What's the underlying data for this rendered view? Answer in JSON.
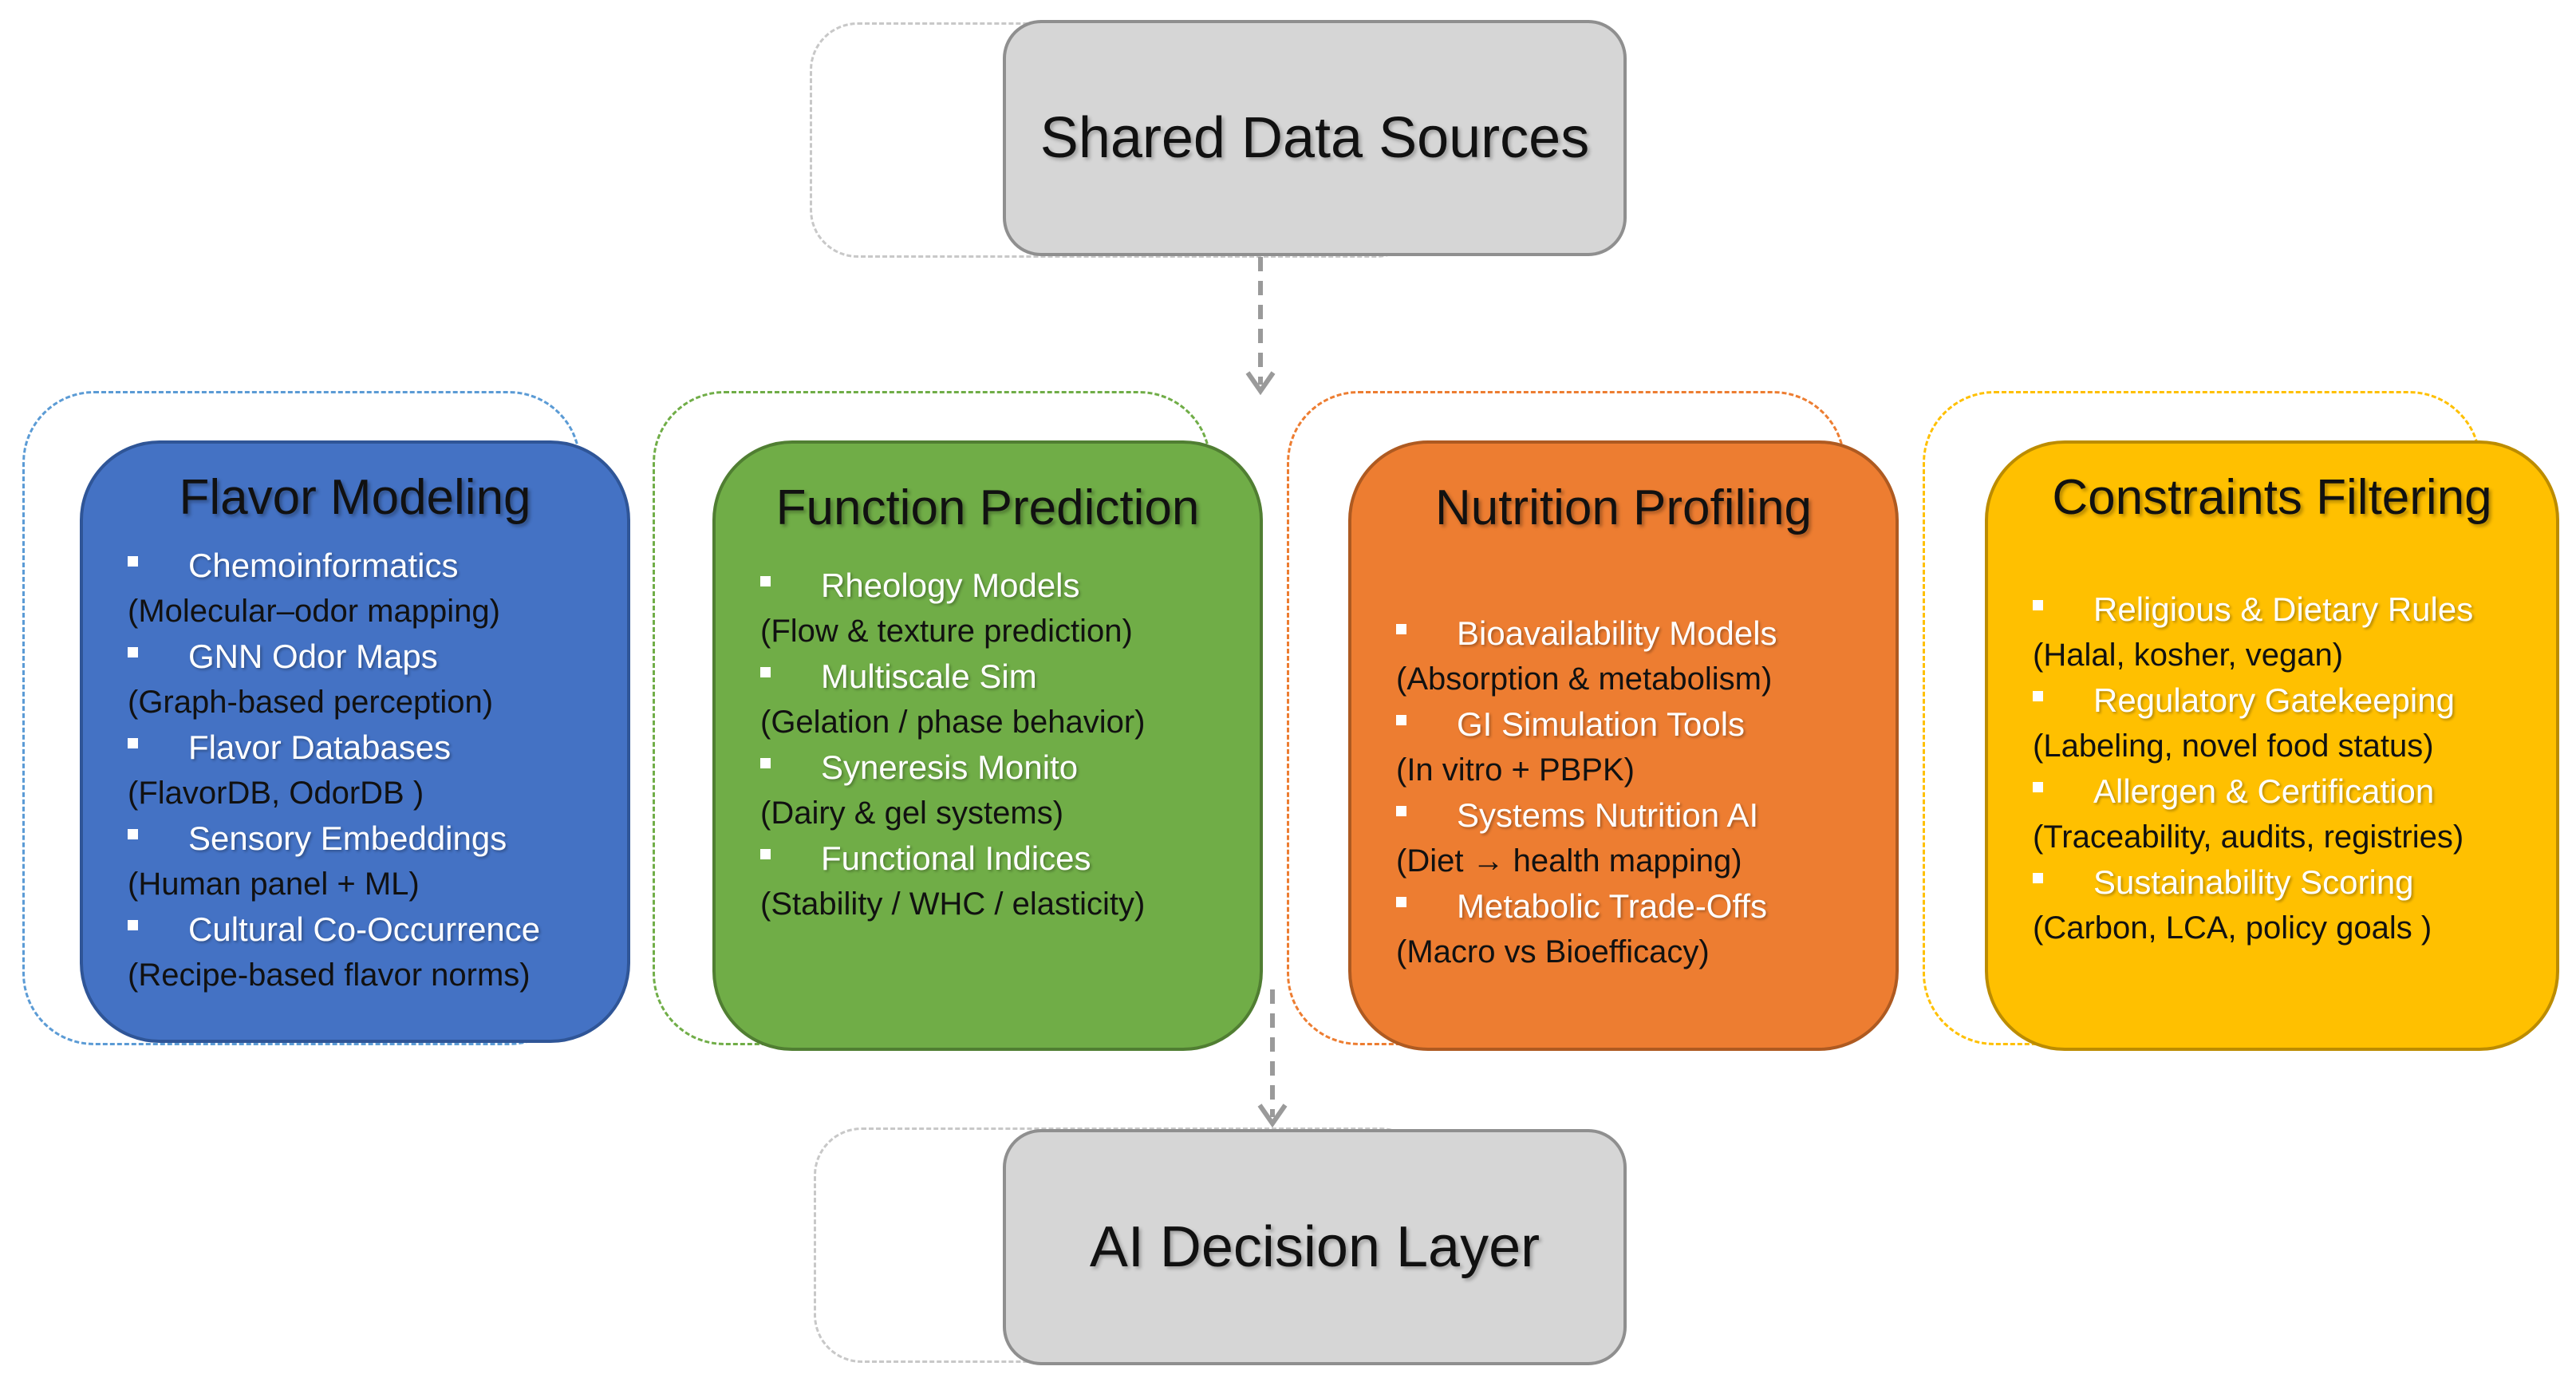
{
  "top_box": {
    "label": "Shared Data Sources"
  },
  "bottom_box": {
    "label": "AI Decision Layer"
  },
  "cards": [
    {
      "title": "Flavor Modeling",
      "color": "#4472c4",
      "border": "#2f5597",
      "outline": "#5b9bd5",
      "title_color": "#111111",
      "head_color": "#ffffff",
      "desc_color": "#111111",
      "items": [
        {
          "head": "Chemoinformatics",
          "desc": "(Molecular–odor mapping)"
        },
        {
          "head": "GNN Odor Maps",
          "desc": "(Graph-based perception)"
        },
        {
          "head": "Flavor Databases",
          "desc": "(FlavorDB, OdorDB )"
        },
        {
          "head": "Sensory Embeddings",
          "desc": "(Human panel + ML)"
        },
        {
          "head": "Cultural Co-Occurrence",
          "desc": "(Recipe-based flavor norms)"
        }
      ]
    },
    {
      "title": "Function Prediction",
      "color": "#70ad47",
      "border": "#507e32",
      "outline": "#70ad47",
      "title_color": "#111111",
      "head_color": "#ffffff",
      "desc_color": "#111111",
      "items": [
        {
          "head": "Rheology Models",
          "desc": "(Flow & texture prediction)"
        },
        {
          "head": "Multiscale Sim",
          "desc": "(Gelation / phase behavior)"
        },
        {
          "head": "Syneresis Monito",
          "desc": "(Dairy & gel systems)"
        },
        {
          "head": "Functional Indices",
          "desc": "(Stability / WHC / elasticity)"
        }
      ]
    },
    {
      "title": "Nutrition Profiling",
      "color": "#ed7d31",
      "border": "#ae5a21",
      "outline": "#ed7d31",
      "title_color": "#111111",
      "head_color": "#ffffff",
      "desc_color": "#111111",
      "items": [
        {
          "head": "Bioavailability Models",
          "desc": "(Absorption & metabolism)"
        },
        {
          "head": "GI Simulation Tools",
          "desc": "(In vitro + PBPK)"
        },
        {
          "head": "Systems Nutrition AI",
          "desc": "(Diet → health mapping)"
        },
        {
          "head": "Metabolic Trade-Offs",
          "desc": "(Macro vs Bioefficacy)"
        }
      ]
    },
    {
      "title": "Constraints Filtering",
      "color": "#ffc000",
      "border": "#bc8c00",
      "outline": "#ffc000",
      "title_color": "#111111",
      "head_color": "#ffffff",
      "desc_color": "#111111",
      "items": [
        {
          "head": "Religious & Dietary Rules",
          "desc": "(Halal, kosher, vegan)"
        },
        {
          "head": "Regulatory Gatekeeping",
          "desc": "(Labeling, novel food status)"
        },
        {
          "head": "Allergen & Certification",
          "desc": "(Traceability, audits, registries)"
        },
        {
          "head": "Sustainability Scoring",
          "desc": "(Carbon, LCA, policy goals )"
        }
      ]
    }
  ]
}
